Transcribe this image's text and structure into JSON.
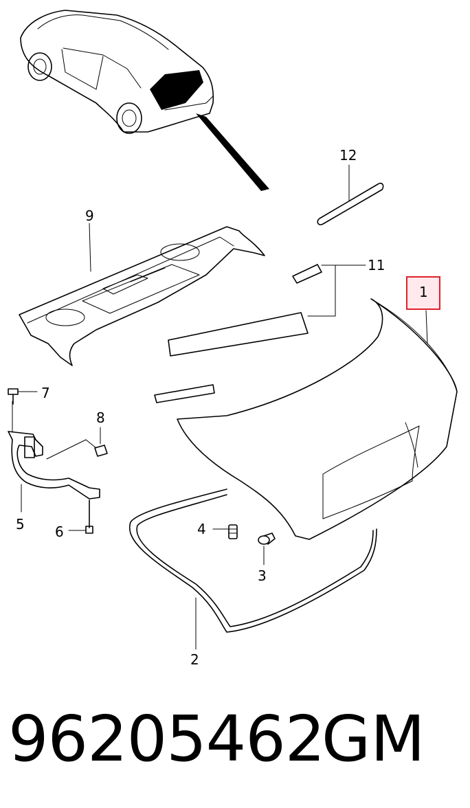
{
  "callouts": {
    "c1": "1",
    "c2": "2",
    "c3": "3",
    "c4": "4",
    "c5": "5",
    "c6": "6",
    "c7": "7",
    "c8": "8",
    "c9": "9",
    "c11": "11",
    "c12": "12"
  },
  "highlight": {
    "callout": "1",
    "color": "#e0202a",
    "fill": "#ffe9ec"
  },
  "footer": {
    "part_number": "96205462",
    "brand": "GM"
  }
}
